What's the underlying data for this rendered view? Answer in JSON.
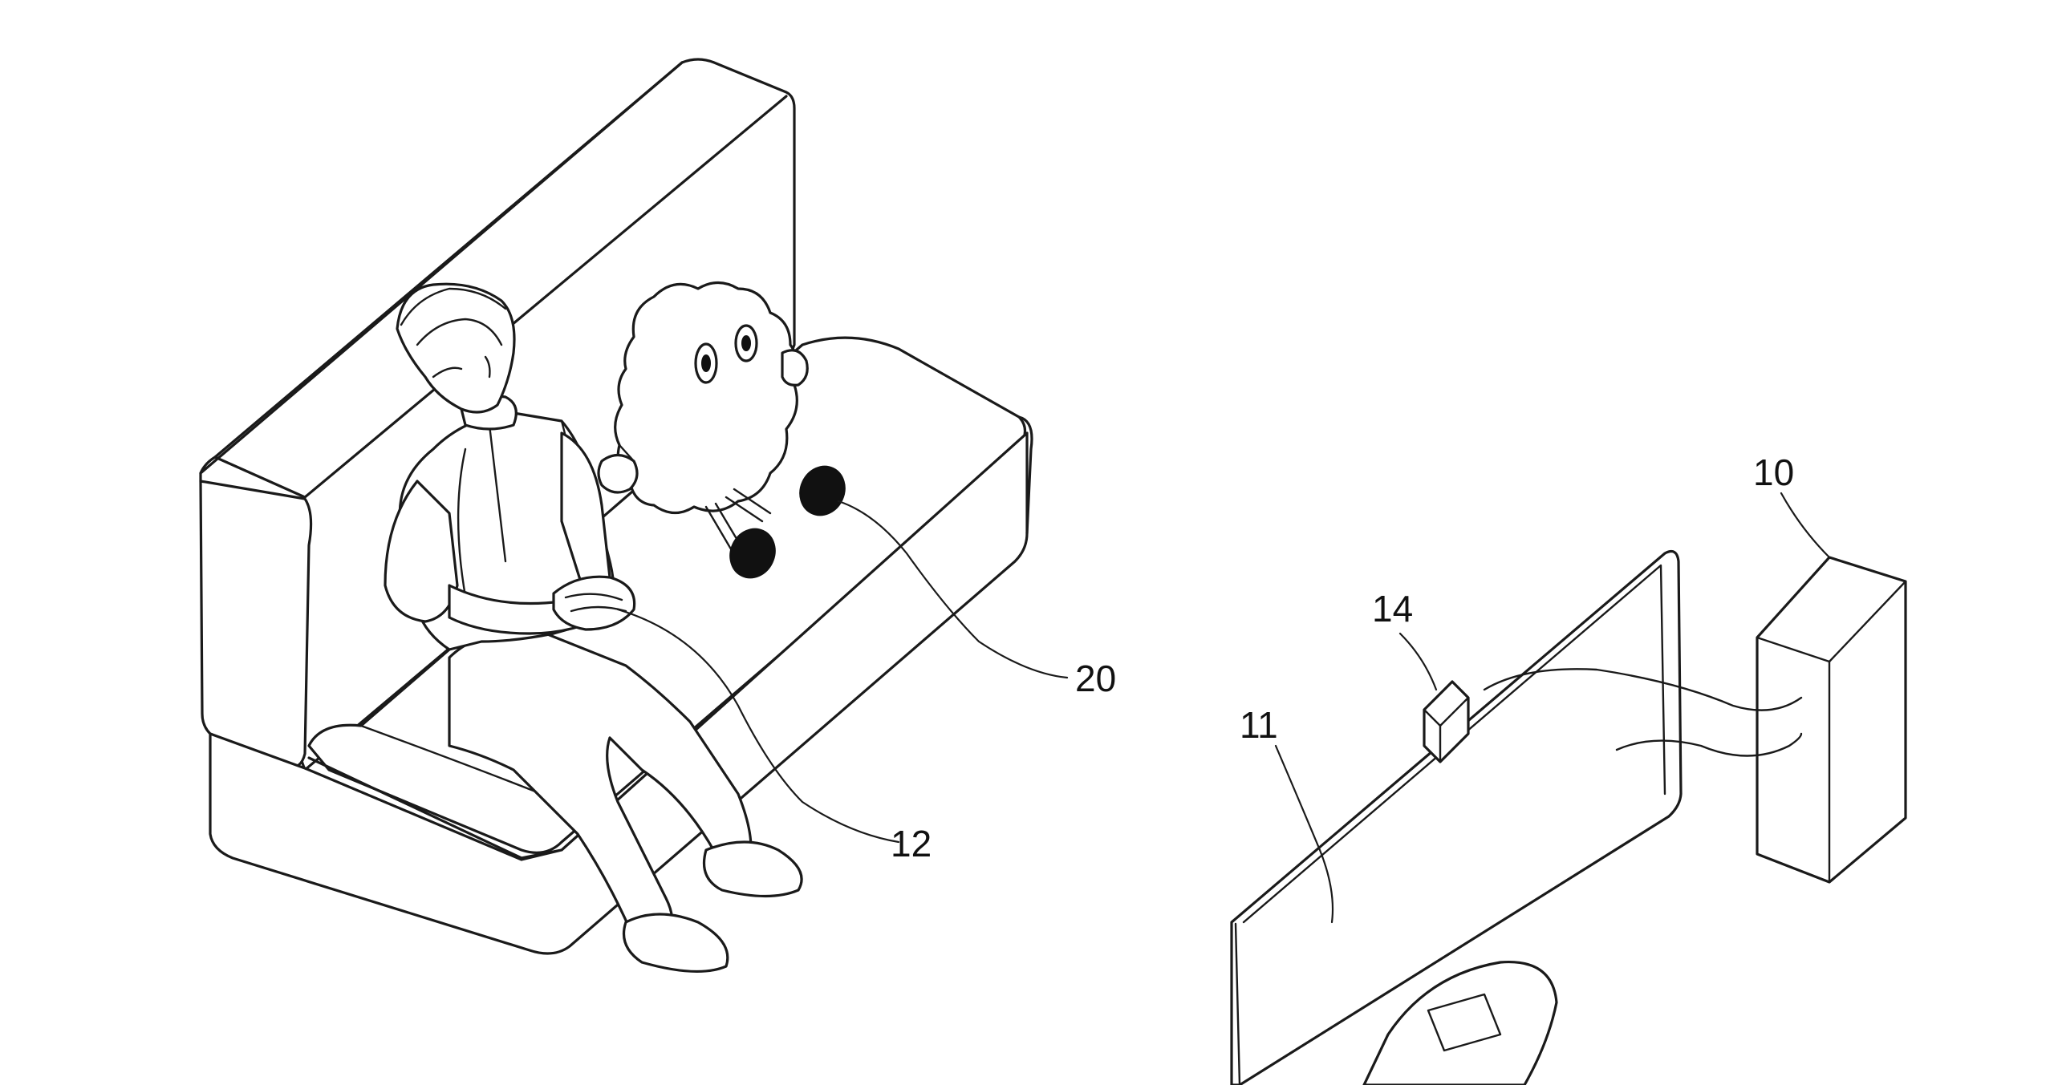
{
  "labels": {
    "ref_10": "10",
    "ref_11": "11",
    "ref_12": "12",
    "ref_14": "14",
    "ref_20": "20"
  },
  "colors": {
    "line": "#1a1a1a",
    "background": "#ffffff"
  }
}
